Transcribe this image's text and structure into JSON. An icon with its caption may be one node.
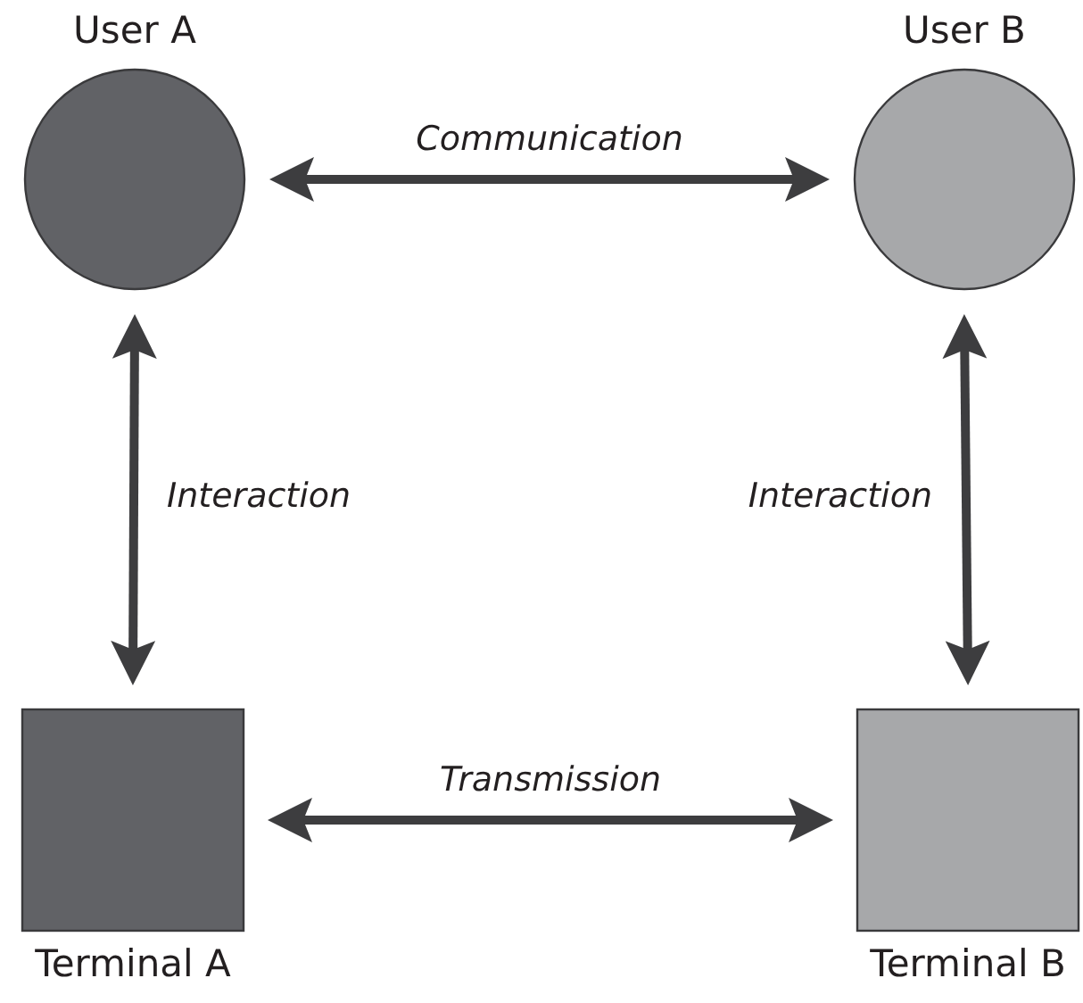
{
  "diagram": {
    "nodes": [
      {
        "text": [
          "User A"
        ]
      },
      {
        "text": [
          "User B"
        ]
      },
      {
        "text": [
          "Terminal A"
        ]
      },
      {
        "text": [
          "Terminal B"
        ]
      }
    ],
    "edges": [
      {
        "from": 0,
        "to": 1,
        "arrow": "both",
        "label": "Communication"
      },
      {
        "from": 0,
        "to": 2,
        "arrow": "both",
        "label": "Interaction"
      },
      {
        "from": 1,
        "to": 3,
        "arrow": "both",
        "label": "Interaction"
      },
      {
        "from": 2,
        "to": 3,
        "arrow": "both",
        "label": "Transmission"
      }
    ]
  }
}
